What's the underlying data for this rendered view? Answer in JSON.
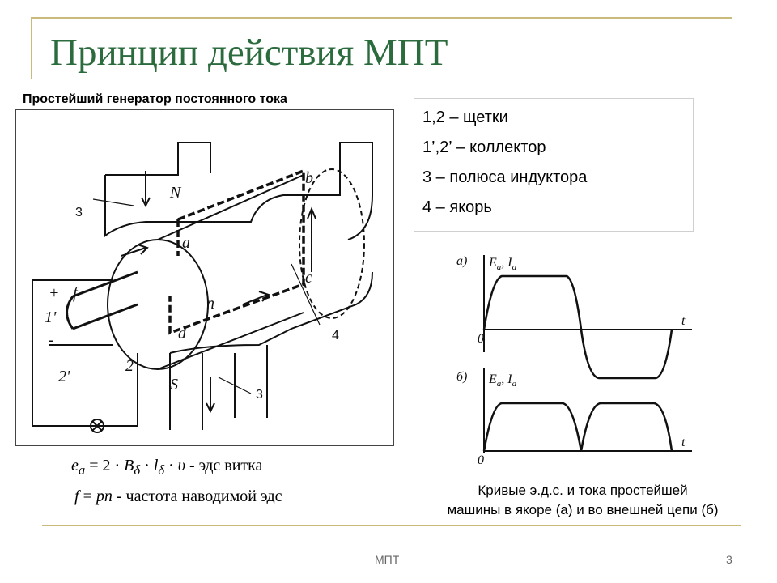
{
  "title": "Принцип действия МПТ",
  "subtitle": "Простейший генератор постоянного тока",
  "figure": {
    "callouts": [
      "3",
      "4",
      "3"
    ],
    "letters": {
      "N": "N",
      "S": "S",
      "a": "a",
      "b": "b",
      "c": "c",
      "d": "d",
      "n": "n",
      "plus": "+",
      "minus": "-",
      "f": "f",
      "one_prime": "1'",
      "two_prime": "2'",
      "two": "2"
    }
  },
  "legend": [
    "1,2 – щетки",
    "1’,2’ – коллектор",
    "3 – полюса индуктора",
    "4 – якорь"
  ],
  "formulas": {
    "f1_lhs": "e",
    "f1_lhs_sub": "a",
    "f1_eq": " = 2 · ",
    "f1_B": "B",
    "f1_sub1": "δ",
    "f1_dot": " · ",
    "f1_l": "l",
    "f1_sub2": "δ",
    "f1_dot2": " · ",
    "f1_v": "υ",
    "f1_desc": " - эдс витка",
    "f2_lhs": "f",
    "f2_eq": " = ",
    "f2_rhs": "pn",
    "f2_desc": " - частота наводимой эдс"
  },
  "curves": {
    "a_label": "а)",
    "a_axis": "E",
    "a_axis_sub": "a",
    "a_axis_sep": ", ",
    "a_axis2": "I",
    "a_axis2_sub": "a",
    "b_label": "б)",
    "origin": "0",
    "t": "t"
  },
  "caption": {
    "line1": "Кривые э.д.с. и тока простейшей",
    "line2": "машины в якоре (а) и во внешней цепи (б)"
  },
  "footer": {
    "center": "МПТ",
    "page": "3"
  },
  "colors": {
    "title": "#2b6b3e",
    "accent_lines": "#c9bb7a"
  }
}
